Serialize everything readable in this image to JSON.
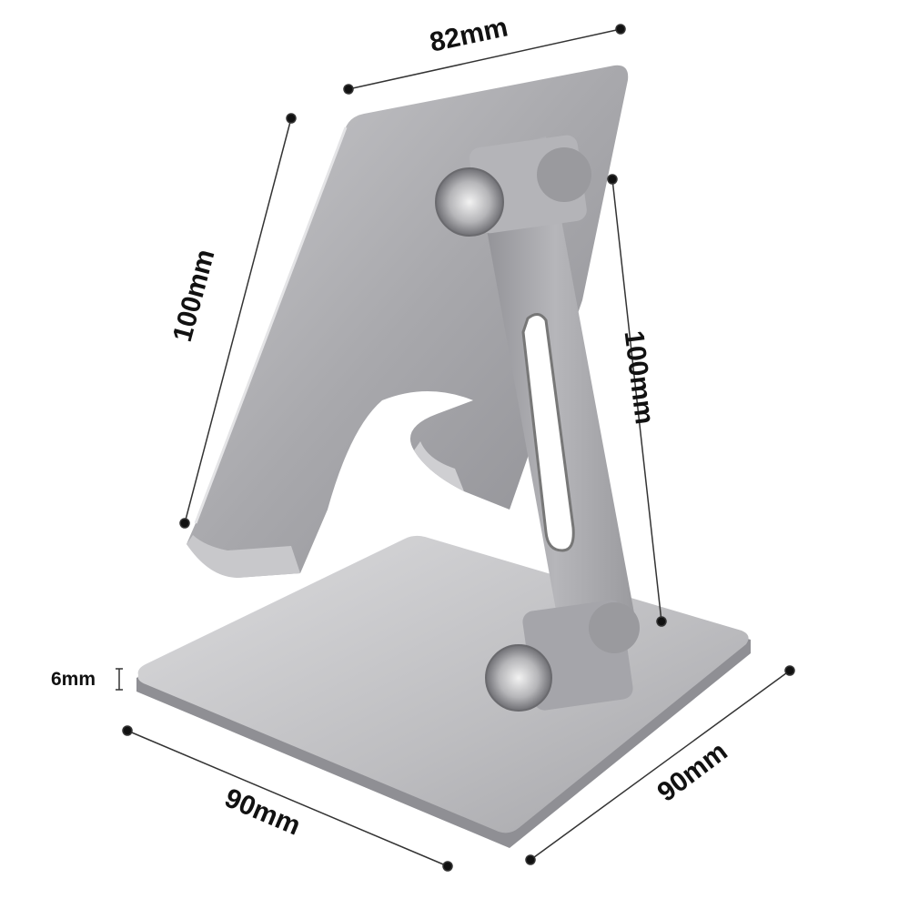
{
  "dimensions": {
    "top_width": "82mm",
    "plate_height": "100mm",
    "arm_height": "100mm",
    "base_thickness": "6mm",
    "base_depth": "90mm",
    "base_width": "90mm"
  },
  "colors": {
    "metal_light": "#d4d4d6",
    "metal_mid": "#a9a9ad",
    "metal_dark": "#7b7b80",
    "line": "#333333"
  }
}
